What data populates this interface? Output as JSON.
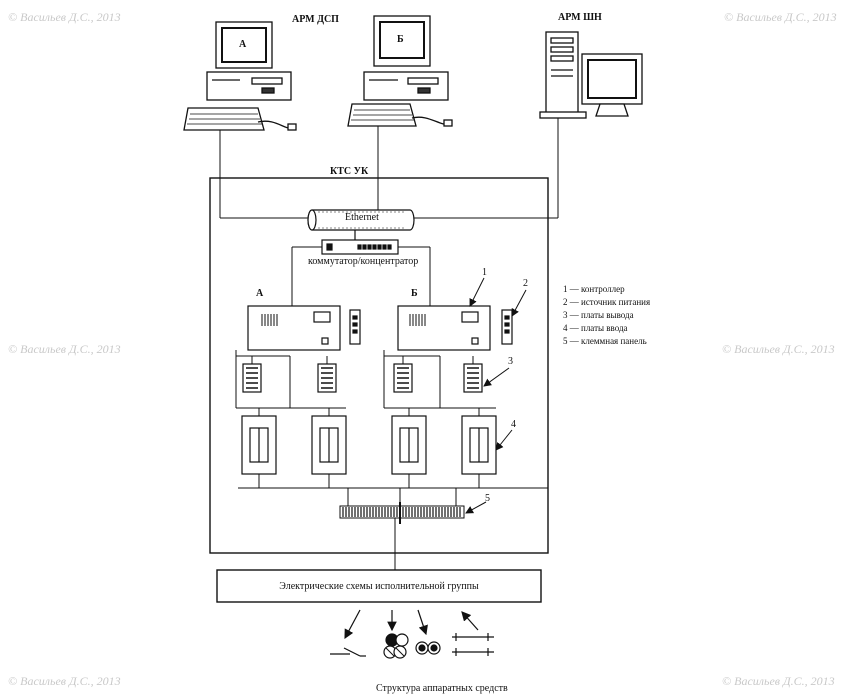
{
  "watermark": "© Васильев Д.С., 2013",
  "workstations": {
    "dsp_label": "АРМ ДСП",
    "shn_label": "АРМ ШН",
    "screen_a": "А",
    "screen_b": "Б"
  },
  "kts_label": "КТС УК",
  "network": {
    "ethernet_label": "Ethernet",
    "switch_label": "коммутатор/концентратор"
  },
  "racks": {
    "left_label": "А",
    "right_label": "Б"
  },
  "callouts": [
    "1",
    "2",
    "3",
    "4",
    "5"
  ],
  "legend": [
    "1 — контроллер",
    "2 — источник питания",
    "3 — платы вывода",
    "4 — платы ввода",
    "5 — клеммная панель"
  ],
  "executive_group_label": "Электрические схемы исполнительной группы",
  "caption": "Структура аппаратных средств"
}
